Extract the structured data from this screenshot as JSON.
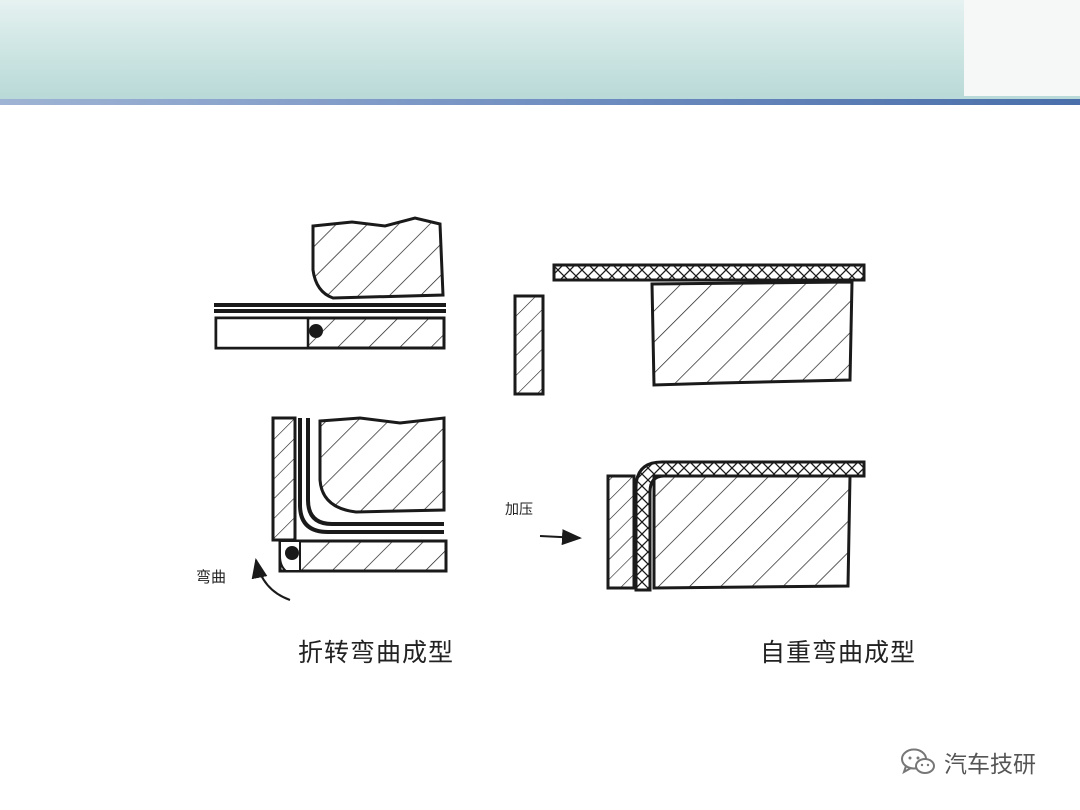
{
  "labels": {
    "bend": "弯曲",
    "press": "加压"
  },
  "captions": {
    "left": "折转弯曲成型",
    "right": "自重弯曲成型"
  },
  "watermark": {
    "text": "汽车技研",
    "icon": "wechat-icon"
  },
  "colors": {
    "ink": "#1a1a1a",
    "header_top": "#e6f2f1",
    "header_bottom": "#b6d8d6",
    "header_rule": "#5b7fb5"
  }
}
